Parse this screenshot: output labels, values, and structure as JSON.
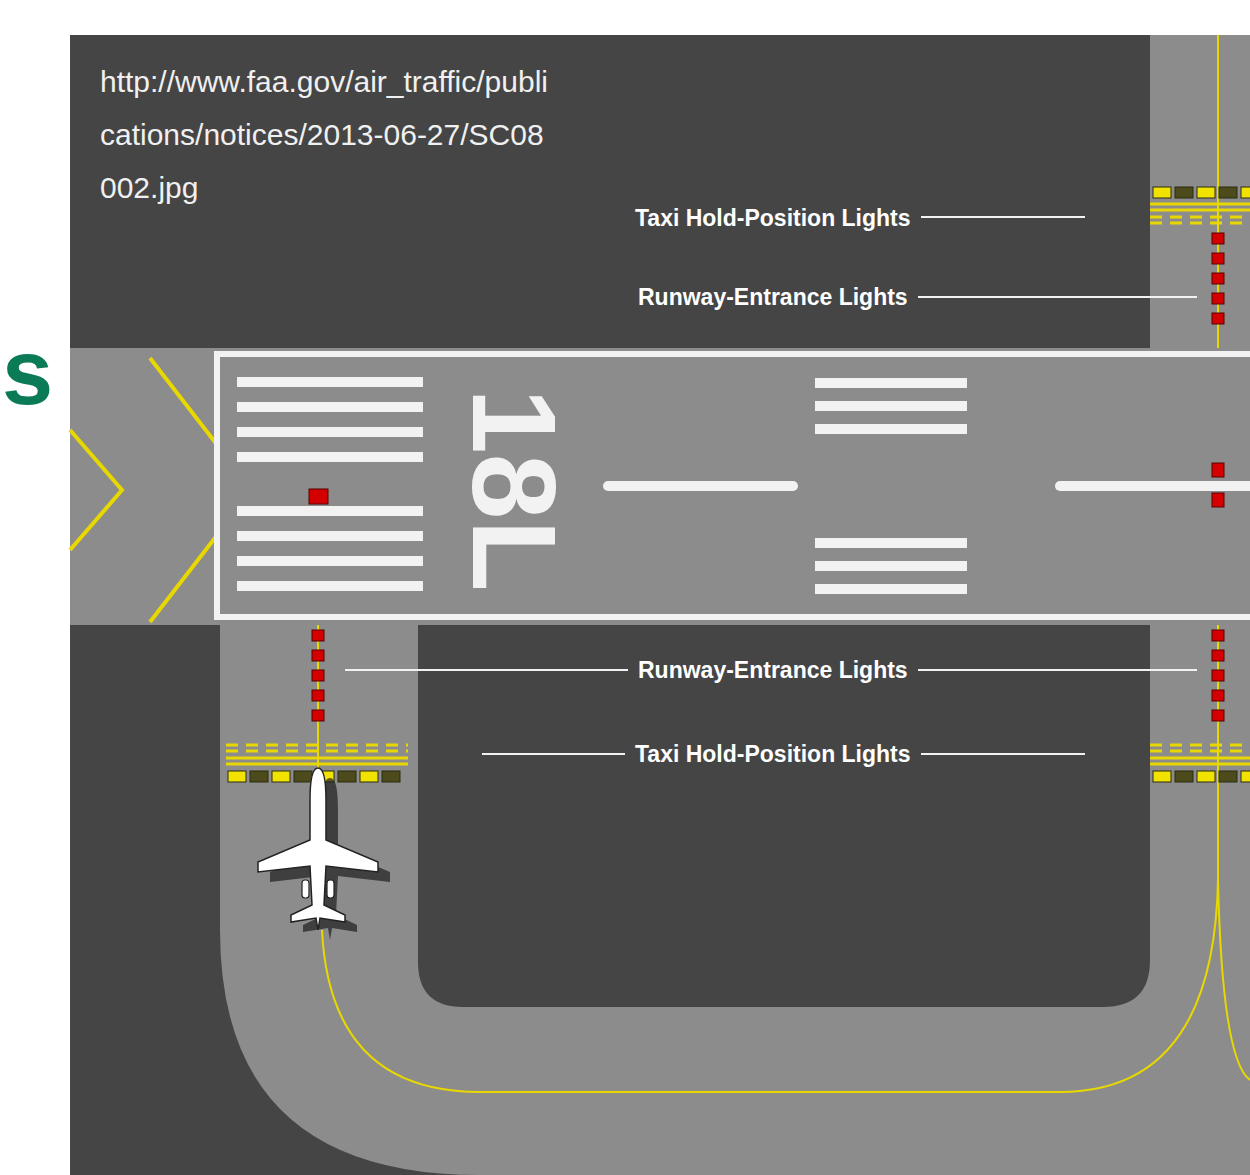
{
  "diagram": {
    "labels": [
      "http://www.faa.gov/air_traffic/publications/notices/2013-06-27/SC08002.jpg",
      "Taxi Hold-Position Lights",
      "Runway-Entrance Lights",
      "s",
      "18L",
      "Runway-Entrance Lights",
      "Taxi Hold-Position Lights"
    ]
  }
}
